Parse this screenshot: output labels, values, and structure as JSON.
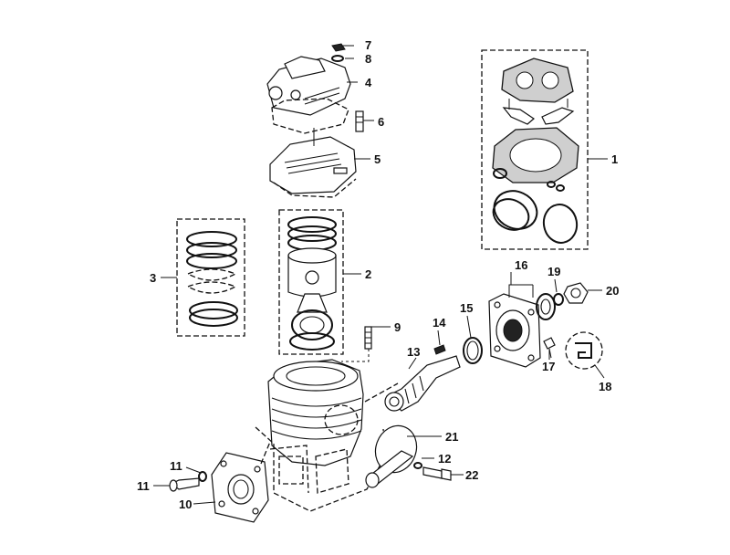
{
  "diagram": {
    "callouts": [
      {
        "id": "c1",
        "text": "1"
      },
      {
        "id": "c2",
        "text": "2"
      },
      {
        "id": "c3",
        "text": "3"
      },
      {
        "id": "c4",
        "text": "4"
      },
      {
        "id": "c5",
        "text": "5"
      },
      {
        "id": "c6",
        "text": "6"
      },
      {
        "id": "c7",
        "text": "7"
      },
      {
        "id": "c8",
        "text": "8"
      },
      {
        "id": "c9",
        "text": "9"
      },
      {
        "id": "c10",
        "text": "10"
      },
      {
        "id": "c11a",
        "text": "11"
      },
      {
        "id": "c11b",
        "text": "11"
      },
      {
        "id": "c12",
        "text": "12"
      },
      {
        "id": "c13",
        "text": "13"
      },
      {
        "id": "c14",
        "text": "14"
      },
      {
        "id": "c15",
        "text": "15"
      },
      {
        "id": "c16",
        "text": "16"
      },
      {
        "id": "c17",
        "text": "17"
      },
      {
        "id": "c18",
        "text": "18"
      },
      {
        "id": "c19",
        "text": "19"
      },
      {
        "id": "c20",
        "text": "20"
      },
      {
        "id": "c21",
        "text": "21"
      },
      {
        "id": "c22",
        "text": "22"
      }
    ]
  }
}
